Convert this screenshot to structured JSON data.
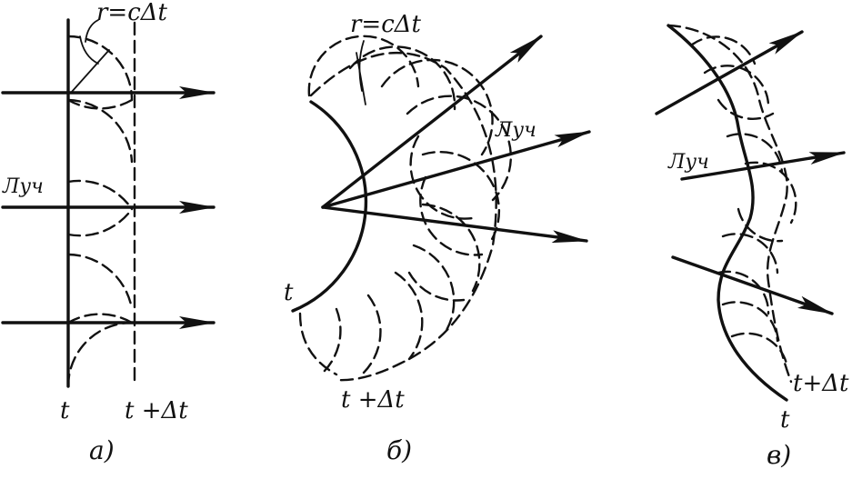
{
  "panel_a": {
    "radius_label": "r=cΔt",
    "ray_label": "Луч",
    "front_t": "t",
    "front_t_dt": "t +Δt",
    "caption": "а)"
  },
  "panel_b": {
    "radius_label": "r=cΔt",
    "ray_label": "Луч",
    "front_t": "t",
    "front_t_dt": "t +Δt",
    "caption": "б)"
  },
  "panel_c": {
    "ray_label": "Луч",
    "front_t": "t",
    "front_t_dt": "t+Δt",
    "caption": "в)"
  }
}
